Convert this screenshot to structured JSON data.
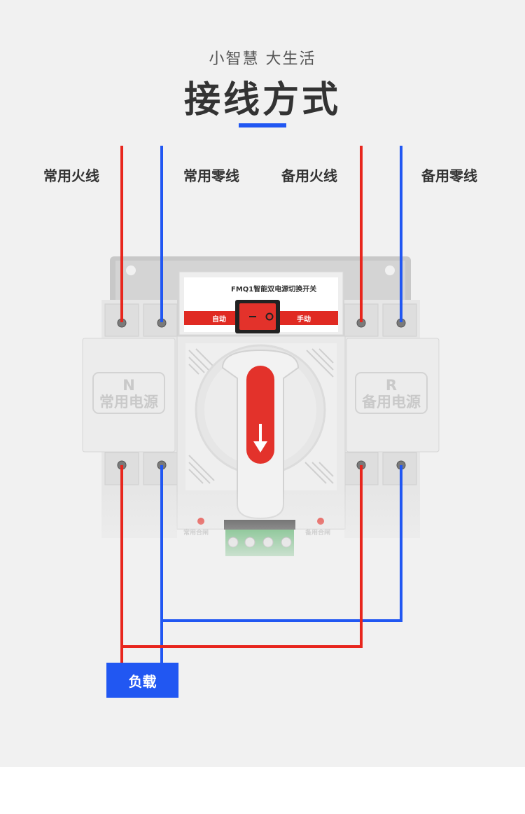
{
  "header": {
    "subtitle": "小智慧 大生活",
    "title": "接线方式"
  },
  "wire_labels": {
    "normal_live": "常用火线",
    "normal_neutral": "常用零线",
    "backup_live": "备用火线",
    "backup_neutral": "备用零线"
  },
  "load_label": "负载",
  "device": {
    "model_title": "FMQ1智能双电源切换开关",
    "mode_auto": "自动",
    "mode_manual": "手动",
    "switch_symbols": "— O",
    "source_normal_letter": "N",
    "source_normal_name": "常用电源",
    "source_backup_letter": "R",
    "source_backup_name": "备用电源",
    "indicator_normal": "常用合闸",
    "indicator_backup": "备用合闸"
  },
  "colors": {
    "live_wire": "#e8261d",
    "neutral_wire": "#2157f2",
    "accent": "#2157f2",
    "handle": "#e3322b"
  }
}
